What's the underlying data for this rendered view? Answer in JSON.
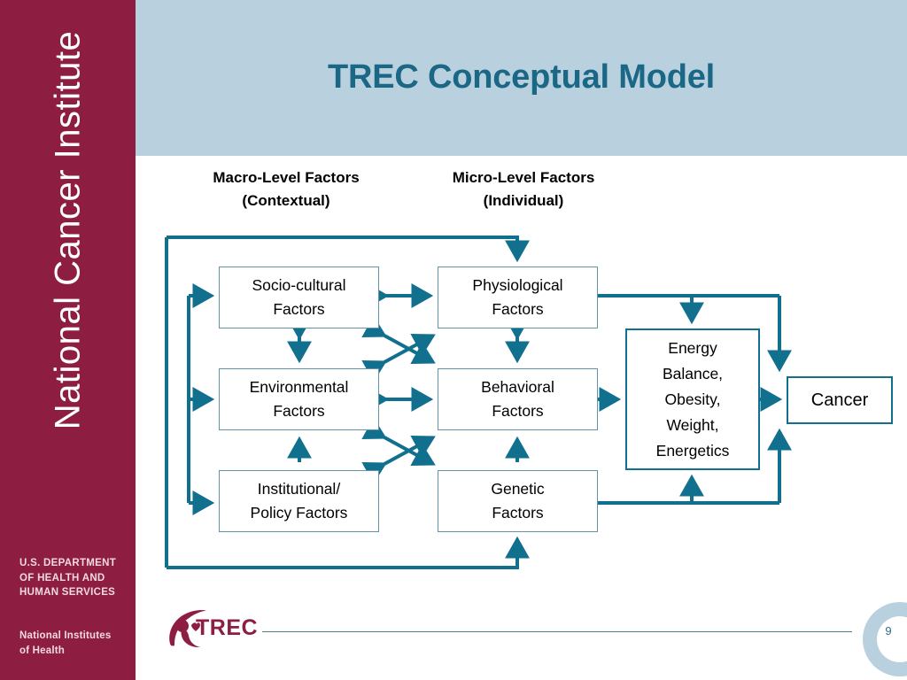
{
  "sidebar": {
    "organization": "National Cancer Institute",
    "department_lines": "U.S. DEPARTMENT\nOF HEALTH AND\nHUMAN SERVICES",
    "department_line1": "U.S. DEPARTMENT",
    "department_line2": "OF HEALTH AND",
    "department_line3": "HUMAN SERVICES",
    "agency_line1": "National Institutes",
    "agency_line2": "of Health",
    "background_color": "#8e1d42"
  },
  "header": {
    "title": "TREC Conceptual Model",
    "band_color": "#b9d1de",
    "title_color": "#1b6786"
  },
  "columns": [
    {
      "name": "macro",
      "line1": "Macro-Level Factors",
      "line2": "(Contextual)"
    },
    {
      "name": "micro",
      "line1": "Micro-Level Factors",
      "line2": "(Individual)"
    }
  ],
  "diagram": {
    "line_color": "#12708f",
    "box_border_color": "#5f94a9",
    "nodes": {
      "socio": {
        "line1": "Socio-cultural",
        "line2": "Factors"
      },
      "env": {
        "line1": "Environmental",
        "line2": "Factors"
      },
      "inst": {
        "line1": "Institutional/",
        "line2": "Policy Factors"
      },
      "physio": {
        "line1": "Physiological",
        "line2": "Factors"
      },
      "behav": {
        "line1": "Behavioral",
        "line2": "Factors"
      },
      "genetic": {
        "line1": "Genetic",
        "line2": "Factors"
      },
      "energy": {
        "line1": "Energy",
        "line2": "Balance,",
        "line3": "Obesity,",
        "line4": "Weight,",
        "line5": "Energetics"
      },
      "cancer": {
        "label": "Cancer"
      }
    }
  },
  "footer": {
    "logo_text": "TREC",
    "logo_color": "#8e1d42",
    "page_number": "9",
    "rule_color": "#4d7f8e"
  }
}
